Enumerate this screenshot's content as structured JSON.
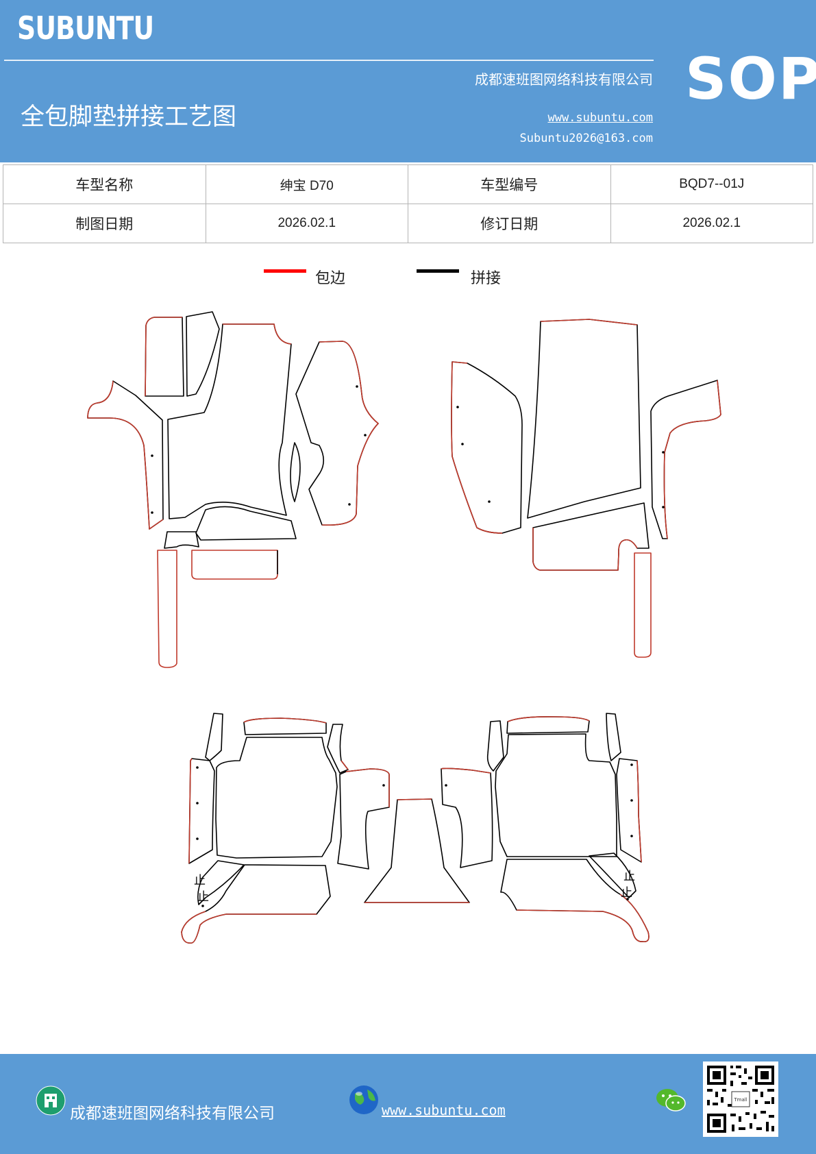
{
  "header": {
    "brand": "SUBUNTU",
    "company": "成都速班图网络科技有限公司",
    "title": "全包脚垫拼接工艺图",
    "website": "www.subuntu.com",
    "email": "Subuntu2026@163.com",
    "badge": "SOP"
  },
  "info_table": {
    "rows": [
      [
        "车型名称",
        "绅宝 D70",
        "车型编号",
        "BQD7--01J"
      ],
      [
        "制图日期",
        "2026.02.1",
        "修订日期",
        "2026.02.1"
      ]
    ]
  },
  "legend": {
    "items": [
      {
        "label": "包边",
        "color": "#ff0000"
      },
      {
        "label": "拼接",
        "color": "#000000"
      }
    ]
  },
  "diagram": {
    "marker_text": "止"
  },
  "footer": {
    "company": "成都速班图网络科技有限公司",
    "website": "www.subuntu.com",
    "icons": [
      "building-icon",
      "globe-icon",
      "wechat-icon",
      "qr-code"
    ]
  }
}
